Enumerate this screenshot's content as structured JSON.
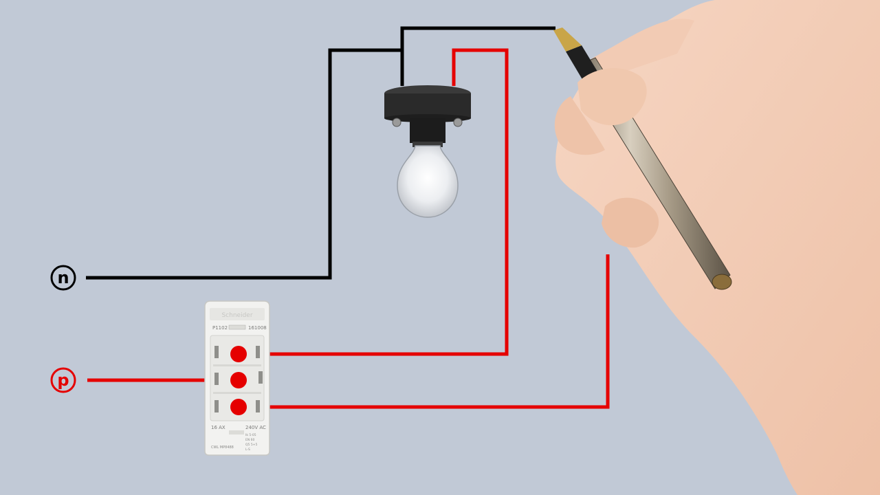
{
  "diagram": {
    "terminals": {
      "neutral": {
        "label": "n",
        "color": "#000000"
      },
      "phase": {
        "label": "p",
        "color": "#e50000"
      }
    },
    "wire_colors": {
      "neutral": "#000000",
      "phase": "#e50000"
    },
    "switch": {
      "brand": "Schneider",
      "model": "P1102",
      "code": "161008",
      "rating_current": "16 AX",
      "rating_voltage": "240V AC",
      "footer_left": "CWL MP8488",
      "side_text": [
        "Ik 5-05",
        "EN 60",
        "Q5 5+5",
        "L-S"
      ]
    },
    "lamp": {
      "holder_color": "#2a2a2a",
      "bulb_color": "#f3f4f6"
    },
    "hand_icon": "hand-with-pen-icon"
  }
}
